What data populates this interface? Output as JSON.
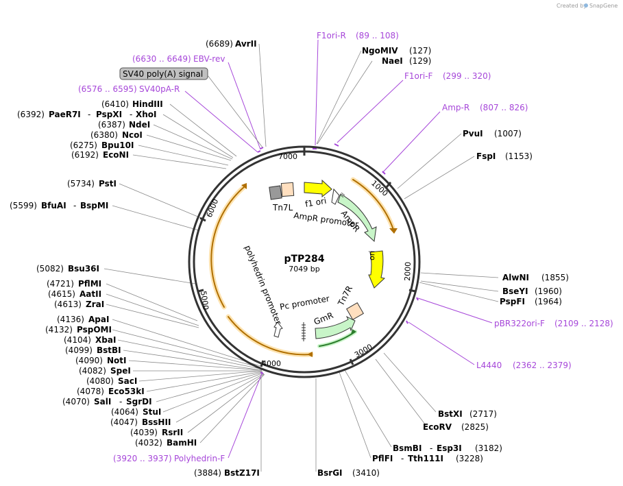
{
  "credit": {
    "prefix": "Created by",
    "brand": "SnapGene"
  },
  "plasmid": {
    "name": "pTP284",
    "length": "7049 bp"
  },
  "ticks": [
    "1000",
    "2000",
    "3000",
    "4000",
    "5000",
    "6000",
    "7000"
  ],
  "enzymes": [
    {
      "name": "AvrII",
      "pos": "(6689)"
    },
    {
      "name": "NgoMIV",
      "pos": "(127)"
    },
    {
      "name": "NaeI",
      "pos": "(129)"
    },
    {
      "name": "HindIII",
      "pos": "(6410)"
    },
    {
      "name": "PaeR7I",
      "pos": "(6392)"
    },
    {
      "name": "PspXI",
      "pos": ""
    },
    {
      "name": "XhoI",
      "pos": ""
    },
    {
      "name": "NdeI",
      "pos": "(6387)"
    },
    {
      "name": "NcoI",
      "pos": "(6380)"
    },
    {
      "name": "Bpu10I",
      "pos": "(6275)"
    },
    {
      "name": "EcoNI",
      "pos": "(6192)"
    },
    {
      "name": "PvuI",
      "pos": "(1007)"
    },
    {
      "name": "FspI",
      "pos": "(1153)"
    },
    {
      "name": "PstI",
      "pos": "(5734)"
    },
    {
      "name": "BfuAI",
      "pos": "(5599)"
    },
    {
      "name": "BspMI",
      "pos": ""
    },
    {
      "name": "Bsu36I",
      "pos": "(5082)"
    },
    {
      "name": "AlwNI",
      "pos": "(1855)"
    },
    {
      "name": "BseYI",
      "pos": "(1960)"
    },
    {
      "name": "PspFI",
      "pos": "(1964)"
    },
    {
      "name": "PflMI",
      "pos": "(4721)"
    },
    {
      "name": "AatII",
      "pos": "(4615)"
    },
    {
      "name": "ZraI",
      "pos": "(4613)"
    },
    {
      "name": "ApaI",
      "pos": "(4136)"
    },
    {
      "name": "PspOMI",
      "pos": "(4132)"
    },
    {
      "name": "XbaI",
      "pos": "(4104)"
    },
    {
      "name": "BstBI",
      "pos": "(4099)"
    },
    {
      "name": "NotI",
      "pos": "(4090)"
    },
    {
      "name": "SpeI",
      "pos": "(4082)"
    },
    {
      "name": "SacI",
      "pos": "(4080)"
    },
    {
      "name": "Eco53kI",
      "pos": "(4078)"
    },
    {
      "name": "SalI",
      "pos": "(4070)"
    },
    {
      "name": "SgrDI",
      "pos": ""
    },
    {
      "name": "StuI",
      "pos": "(4064)"
    },
    {
      "name": "BssHII",
      "pos": "(4047)"
    },
    {
      "name": "RsrII",
      "pos": "(4039)"
    },
    {
      "name": "BamHI",
      "pos": "(4032)"
    },
    {
      "name": "BstZ17I",
      "pos": "(3884)"
    },
    {
      "name": "BsrGI",
      "pos": "(3410)"
    },
    {
      "name": "BstXI",
      "pos": "(2717)"
    },
    {
      "name": "EcoRV",
      "pos": "(2825)"
    },
    {
      "name": "BsmBI",
      "pos": "(3182)"
    },
    {
      "name": "Esp3I",
      "pos": ""
    },
    {
      "name": "PflFI",
      "pos": "(3228)"
    },
    {
      "name": "Tth111I",
      "pos": ""
    }
  ],
  "primers": [
    {
      "name": "F1ori-R",
      "range": "(89 .. 108)"
    },
    {
      "name": "F1ori-F",
      "range": "(299 .. 320)"
    },
    {
      "name": "Amp-R",
      "range": "(807 .. 826)"
    },
    {
      "name": "EBV-rev",
      "range": "(6630 .. 6649)"
    },
    {
      "name": "SV40pA-R",
      "range": "(6576 .. 6595)"
    },
    {
      "name": "pBR322ori-F",
      "range": "(2109 .. 2128)"
    },
    {
      "name": "L4440",
      "range": "(2362 .. 2379)"
    },
    {
      "name": "Polyhedrin-F",
      "range": "(3920 .. 3937)"
    }
  ],
  "features": {
    "sv40": "SV40 poly(A) signal",
    "tn7l": "Tn7L",
    "f1ori": "f1 ori",
    "ampr_promoter": "AmpR promoter",
    "ampr": "AmpR",
    "ori": "ori",
    "polyhedrin": "polyhedrin promoter",
    "pc": "Pc promoter",
    "gmr": "GmR",
    "tn7r": "Tn7R"
  },
  "colors": {
    "ring": "#333333",
    "primer": "#a646d9",
    "ampr": "#c8f5c8",
    "ori": "#ffff00",
    "tn7": "#ffdfbf",
    "gray": "#999999",
    "orange_track": "#e89b12"
  }
}
